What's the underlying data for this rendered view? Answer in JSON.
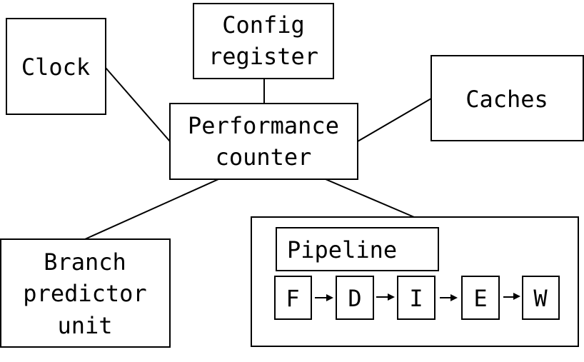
{
  "diagram": {
    "nodes": {
      "clock": [
        "Clock"
      ],
      "config_register": [
        "Config",
        "register"
      ],
      "caches": [
        "Caches"
      ],
      "performance_counter": [
        "Performance",
        "counter"
      ],
      "branch_predictor": [
        "Branch",
        "predictor",
        "unit"
      ]
    },
    "pipeline": {
      "title": "Pipeline",
      "stages": [
        "F",
        "D",
        "I",
        "E",
        "W"
      ]
    }
  },
  "colors": {
    "stroke": "#000000",
    "background": "#ffffff"
  }
}
